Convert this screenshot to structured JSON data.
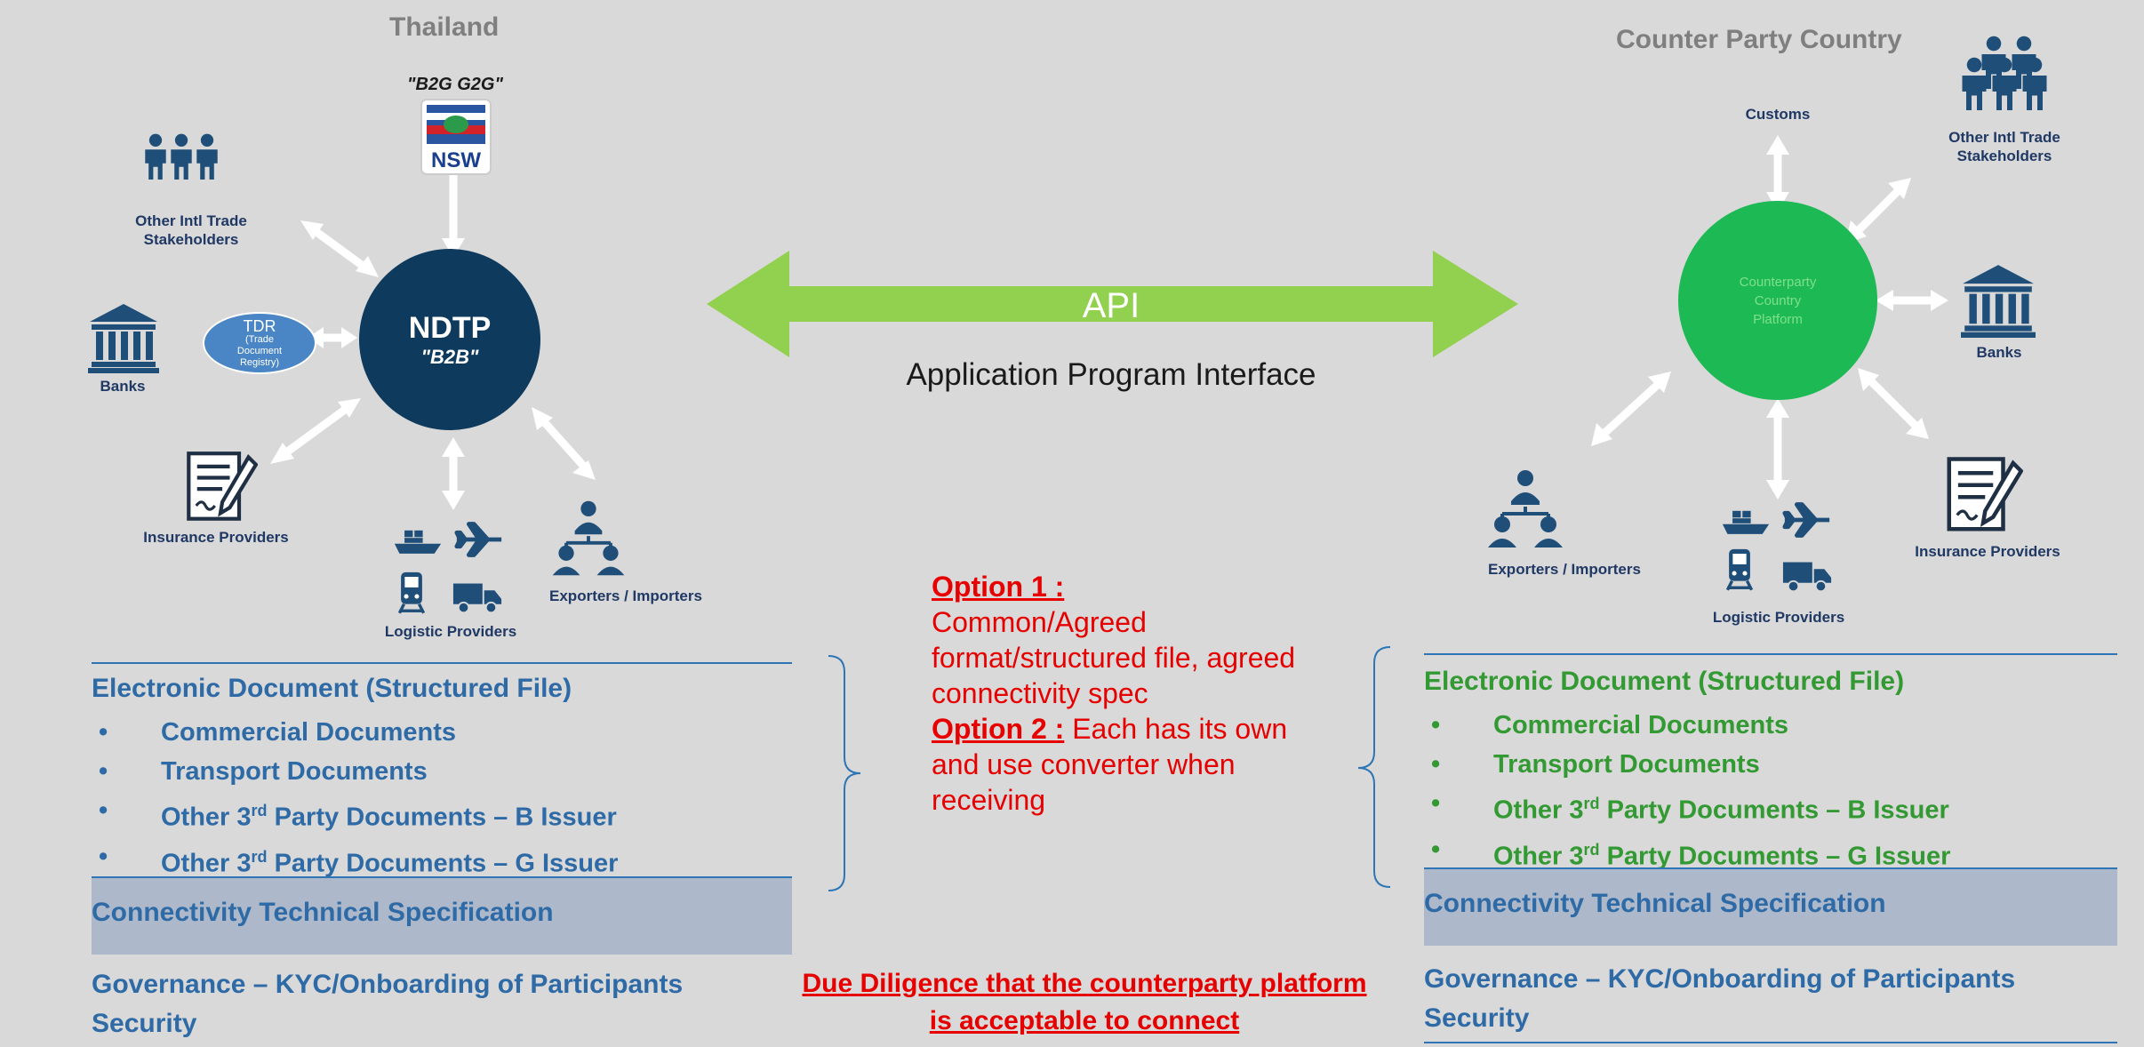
{
  "left": {
    "country": "Thailand",
    "g2g_label": "\"B2G G2G\"",
    "nsw_logo": "NSW",
    "hub_title": "NDTP",
    "hub_sub": "\"B2B\"",
    "tdr_title": "TDR",
    "tdr_sub": "(Trade Document Registry)",
    "stakeholders": "Other Intl Trade Stakeholders",
    "banks": "Banks",
    "insurance": "Insurance Providers",
    "logistics": "Logistic Providers",
    "exporters": "Exporters / Importers",
    "docs": {
      "heading": "Electronic Document (Structured File)",
      "items": [
        {
          "pre": "Commercial Documents",
          "sup": "",
          "post": ""
        },
        {
          "pre": "Transport Documents",
          "sup": "",
          "post": ""
        },
        {
          "pre": "Other 3",
          "sup": "rd",
          "post": " Party Documents – B Issuer"
        },
        {
          "pre": "Other 3",
          "sup": "rd",
          "post": " Party Documents – G Issuer"
        }
      ],
      "connectivity": "Connectivity Technical Specification",
      "governance": "Governance – KYC/Onboarding of Participants",
      "security": "Security"
    }
  },
  "right": {
    "country": "Counter Party Country",
    "customs": "Customs",
    "stakeholders": "Other Intl Trade Stakeholders",
    "hub_text": "Counterparty Country Platform",
    "banks": "Banks",
    "insurance": "Insurance Providers",
    "logistics": "Logistic Providers",
    "exporters": "Exporters / Importers",
    "docs": {
      "heading": "Electronic Document (Structured File)",
      "items": [
        {
          "pre": "Commercial Documents",
          "sup": "",
          "post": ""
        },
        {
          "pre": "Transport Documents",
          "sup": "",
          "post": ""
        },
        {
          "pre": "Other 3",
          "sup": "rd",
          "post": " Party Documents – B Issuer"
        },
        {
          "pre": "Other 3",
          "sup": "rd",
          "post": " Party Documents – G Issuer"
        }
      ],
      "connectivity": "Connectivity Technical Specification",
      "governance": "Governance – KYC/Onboarding of Participants",
      "security": "Security"
    }
  },
  "center": {
    "api": "API",
    "api_full": "Application Program Interface",
    "option1_title": "Option 1 :",
    "option1_text": "Common/Agreed format/structured file, agreed connectivity spec",
    "option2_title": "Option 2 :",
    "option2_text": " Each has its own and use converter when receiving",
    "due_diligence": "Due Diligence that the counterparty platform is acceptable to connect"
  },
  "colors": {
    "background": "#d9d9d9",
    "left_hub": "#0e3a5e",
    "right_hub": "#1db954",
    "tdr": "#4a86c5",
    "api_arrow": "#92d050",
    "left_text": "#2e6aa6",
    "right_text": "#339933",
    "option_red": "#e60000",
    "band": "#adb9ca",
    "icons": "#1f4e79"
  }
}
